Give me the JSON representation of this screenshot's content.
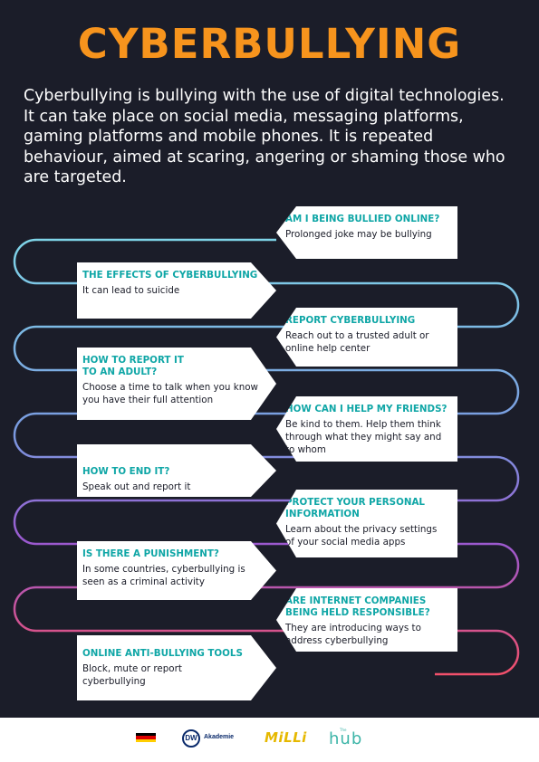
{
  "title": "CYBERBULLYING",
  "intro": "Cyberbullying is bullying with the use of digital technologies. It can take place on social media, messaging platforms, gaming platforms and mobile phones. It is repeated behaviour, aimed at scaring, angering or shaming those who are targeted.",
  "colors": {
    "background": "#1b1d29",
    "title": "#f7941d",
    "heading": "#0fa6a6",
    "path_start": "#7fd6e8",
    "path_mid": "#9b59d0",
    "path_end": "#f2506b"
  },
  "cards": [
    {
      "heading": "AM I BEING BULLIED ONLINE?",
      "body": "Prolonged joke may be bullying"
    },
    {
      "heading": "THE EFFECTS OF CYBERBULLYING",
      "body": "It can lead to suicide"
    },
    {
      "heading": "REPORT CYBERBULLYING",
      "body": "Reach out to a trusted adult or online help center"
    },
    {
      "heading": "HOW TO REPORT IT TO AN ADULT?",
      "body": "Choose a time to talk when you know you have their full attention"
    },
    {
      "heading": "HOW CAN I HELP MY FRIENDS?",
      "body": "Be kind to them. Help them think through what they might say and to whom"
    },
    {
      "heading": "HOW TO END IT?",
      "body": "Speak out and report it"
    },
    {
      "heading": "PROTECT YOUR PERSONAL INFORMATION",
      "body": "Learn about the privacy settings of your social media apps"
    },
    {
      "heading": "IS THERE A PUNISHMENT?",
      "body": "In some countries, cyberbullying is seen as a criminal activity"
    },
    {
      "heading": "ARE INTERNET COMPANIES BEING HELD RESPONSIBLE?",
      "body": "They are introducing ways to address cyberbullying"
    },
    {
      "heading": "ONLINE ANTI-BULLYING TOOLS",
      "body": "Block, mute or report cyberbullying"
    }
  ],
  "footer": {
    "dw_mark": "DW",
    "dw_name": "Akademie",
    "milli_name": "MiLLi",
    "hub_the": "The",
    "hub_name": "hub",
    "flag_icon": "german-flag-icon",
    "flag_colors": [
      "#000000",
      "#dd0000",
      "#ffce00"
    ]
  }
}
